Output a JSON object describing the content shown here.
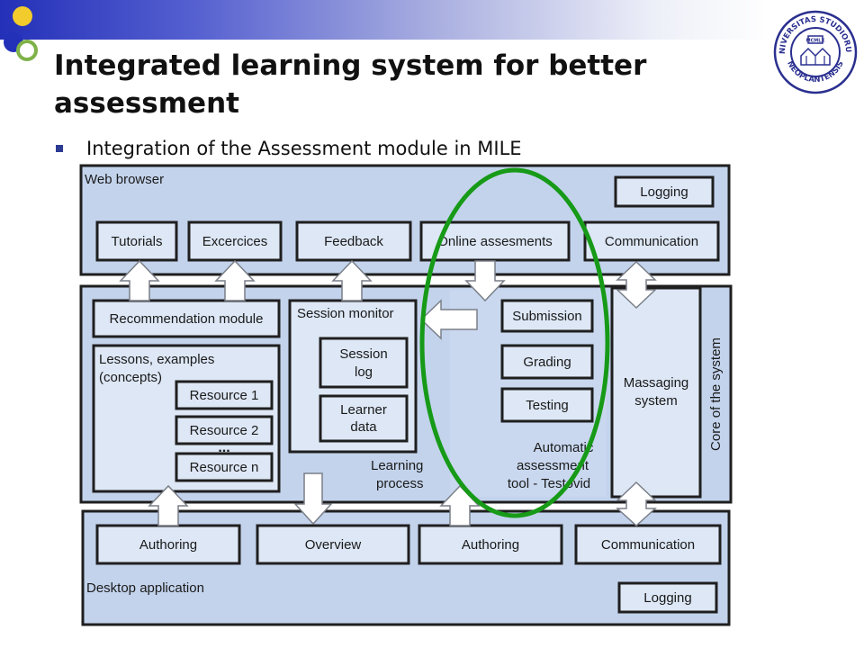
{
  "slide": {
    "title_line1": "Integrated learning system for better",
    "title_line2": "assessment",
    "bullet": "Integration of the Assessment module in MILE"
  },
  "logo": {
    "text_top": "UNIVERSITAS STUDIORUM",
    "text_bottom": "NEOPLANTENSIS",
    "center": "MCMLX"
  },
  "diagram": {
    "web_browser": "Web browser",
    "web_logging": "Logging",
    "tutorials": "Tutorials",
    "excercices": "Excercices",
    "feedback": "Feedback",
    "online_assessments": "Online assesments",
    "communication_top": "Communication",
    "recommendation_module": "Recommendation module",
    "session_monitor": "Session monitor",
    "lessons_line1": "Lessons, examples",
    "lessons_line2": "(concepts)",
    "resource1": "Resource 1",
    "resource2": "Resource 2",
    "ellipsis": "...",
    "resourcen": "Resource n",
    "session_log_line1": "Session",
    "session_log_line2": "log",
    "learner_data_line1": "Learner",
    "learner_data_line2": "data",
    "learning_process_line1": "Learning",
    "learning_process_line2": "process",
    "submission": "Submission",
    "grading": "Grading",
    "testing": "Testing",
    "auto_line1": "Automatic",
    "auto_line2": "assessment",
    "auto_line3": "tool - Testovid",
    "massaging_line1": "Massaging",
    "massaging_line2": "system",
    "core_of_system": "Core of the system",
    "authoring_left": "Authoring",
    "overview": "Overview",
    "authoring_right": "Authoring",
    "communication_bottom": "Communication",
    "desktop_application": "Desktop application",
    "desktop_logging": "Logging"
  },
  "colors": {
    "panel": "#c3d3ec",
    "box": "#dde7f5",
    "highlight_ellipse": "#179a17",
    "bullet": "#2b3a93"
  }
}
